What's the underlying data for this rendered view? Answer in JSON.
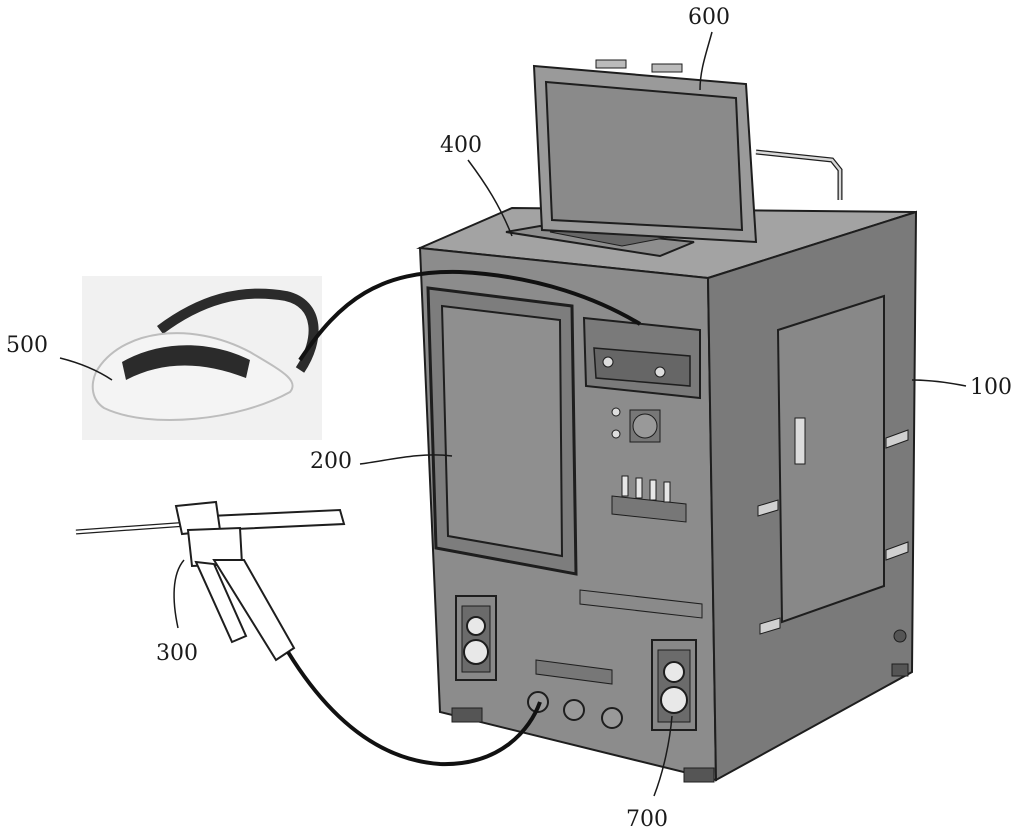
{
  "figure": {
    "labels": {
      "cabinet": "100",
      "front_panel": "200",
      "handpiece": "300",
      "top_console": "400",
      "headset": "500",
      "lid_display": "600",
      "speaker": "700"
    },
    "colors": {
      "body": "#8c8c8c",
      "body_dark": "#6f6f6f",
      "top": "#a3a3a3",
      "outline": "#1e1e1e",
      "cable": "#111111",
      "panel": "#7d7d7d",
      "headset_white": "#f2f2f2",
      "headset_black": "#2b2b2b",
      "label_text": "#1a1a1a"
    }
  }
}
